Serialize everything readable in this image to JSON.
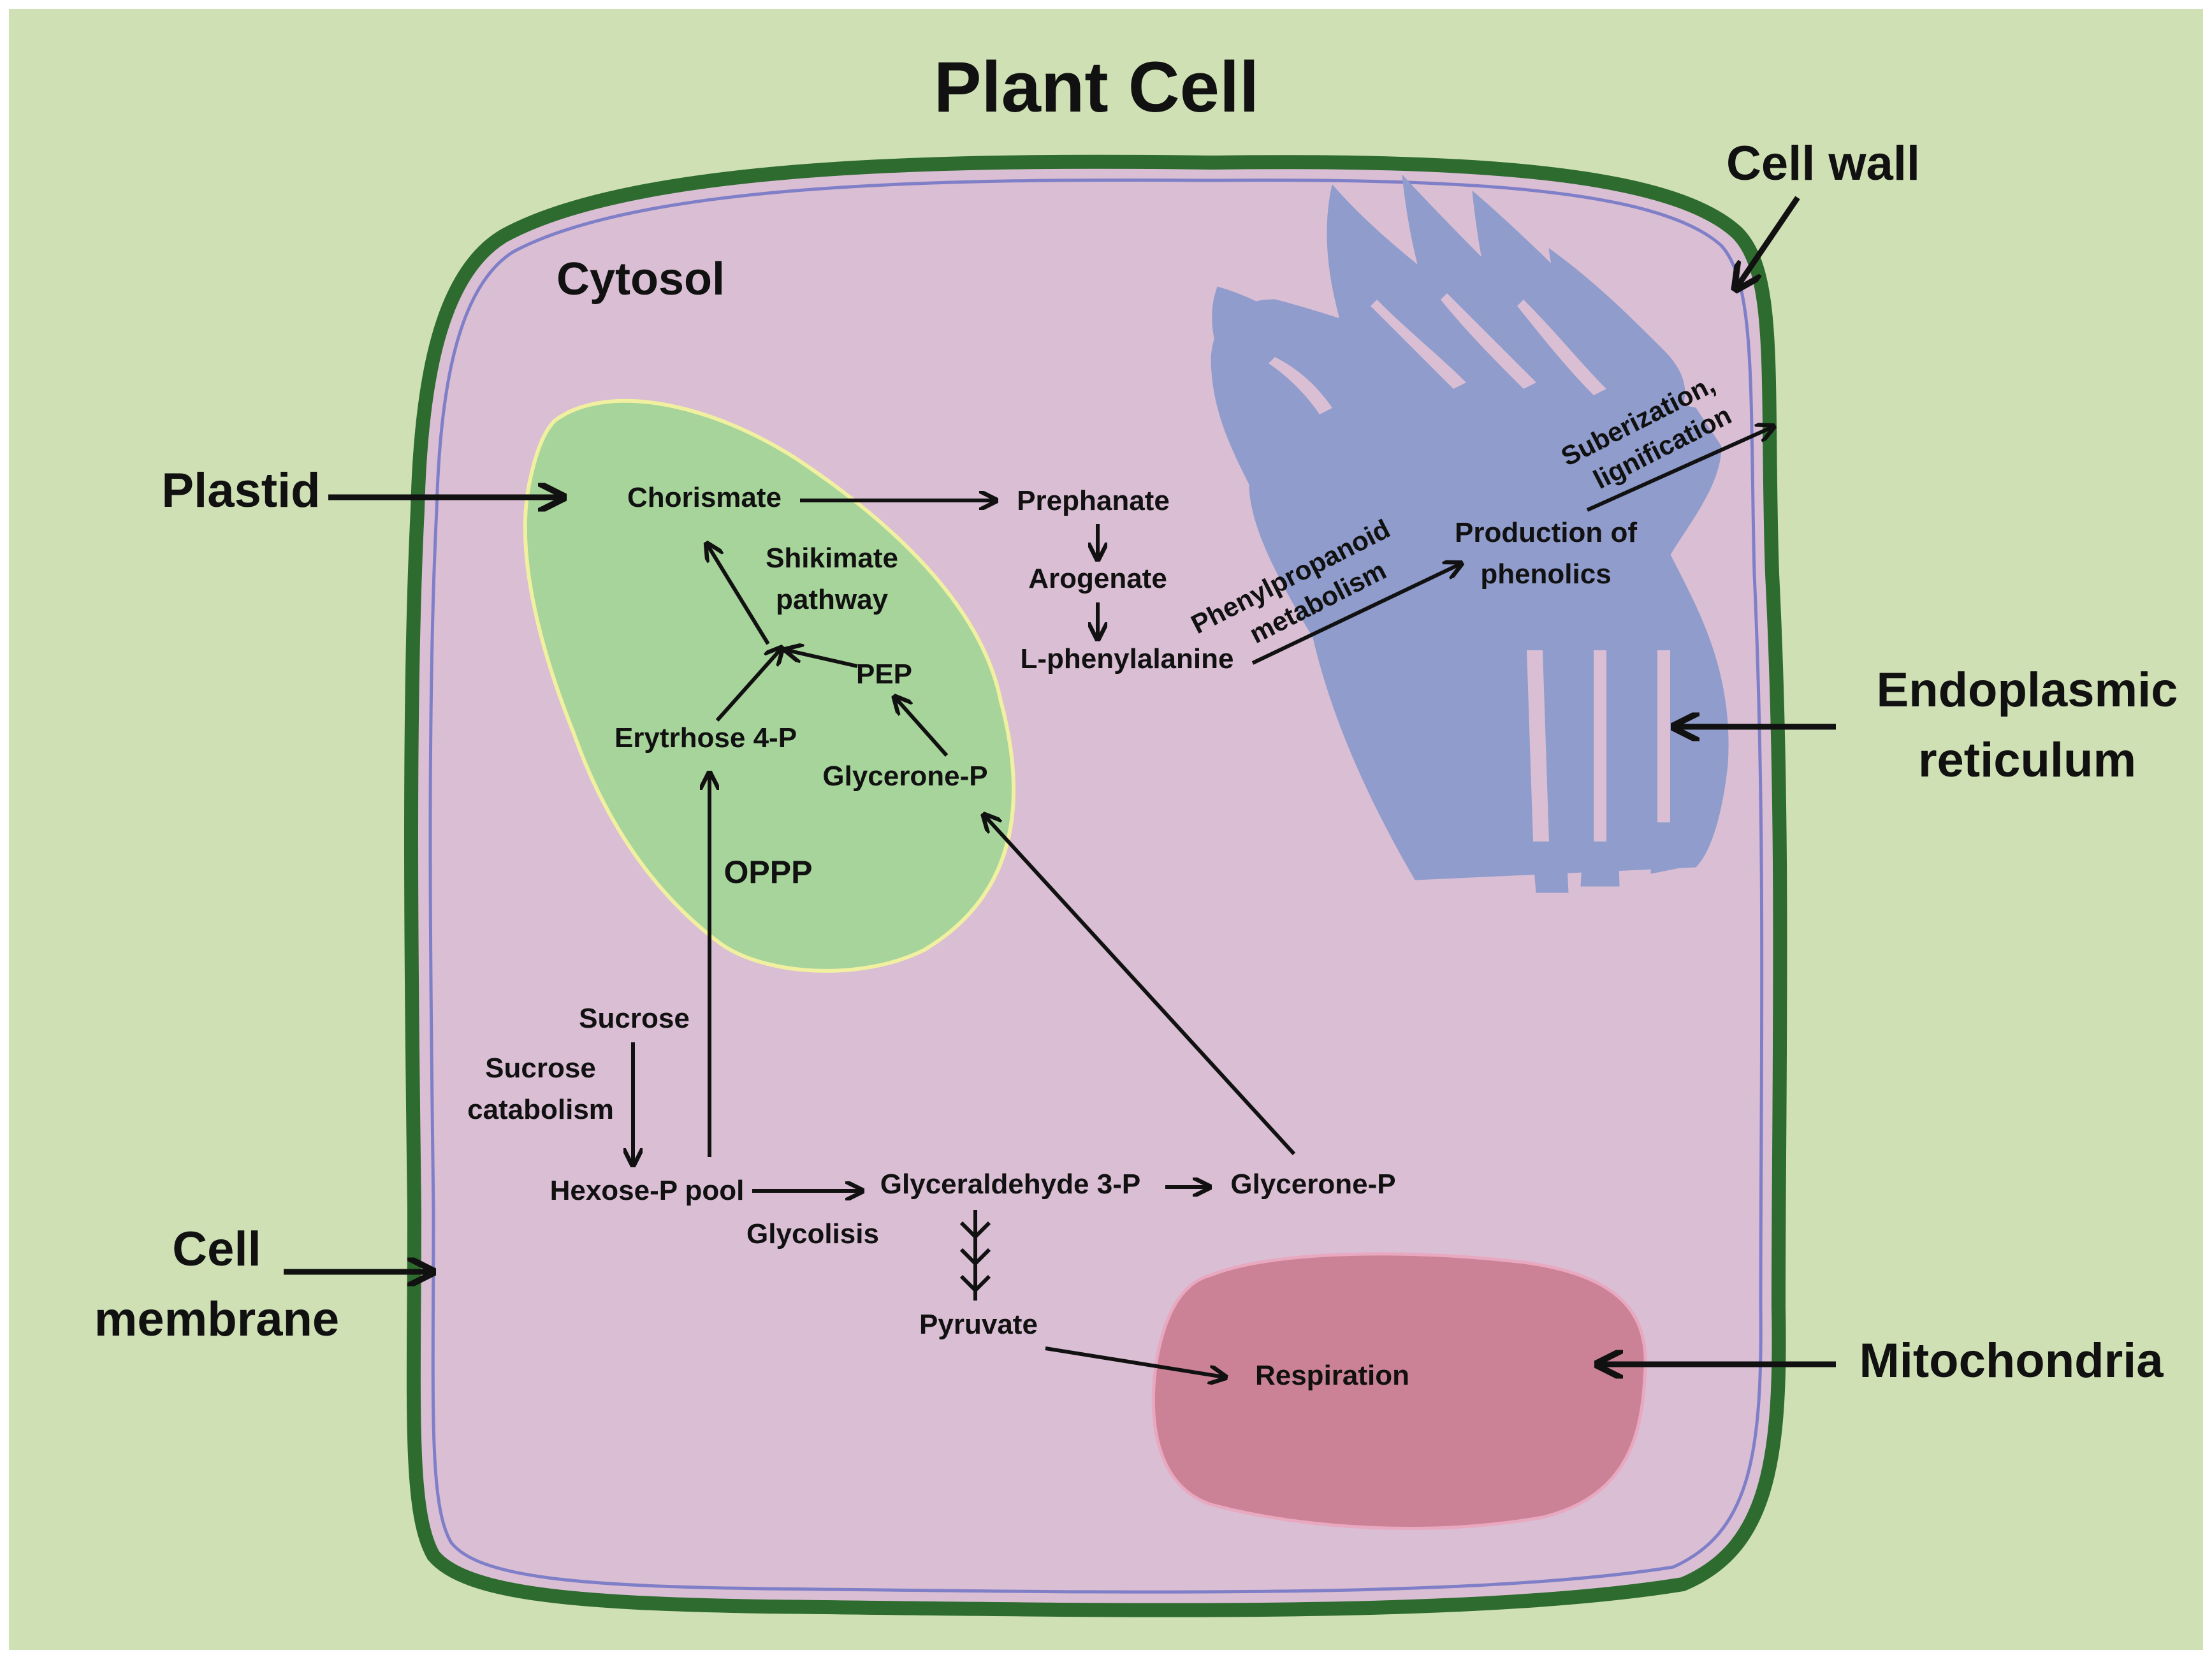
{
  "title": "Plant Cell",
  "colors": {
    "background": "#cfe0b4",
    "cell_wall": "#2e6b2e",
    "cytosol": "#d9bed4",
    "membrane": "#7f7fc8",
    "plastid": "#a6d49a",
    "plastid_edge": "#f0f0a0",
    "endoplasmic_reticulum": "#8f9ccc",
    "mitochondria": "#cc8296",
    "mitochondria_edge": "#e8a8c0"
  },
  "compartments": {
    "cytosol": "Cytosol"
  },
  "callouts": {
    "cell_wall": "Cell wall",
    "plastid": "Plastid",
    "er_line1": "Endoplasmic",
    "er_line2": "reticulum",
    "membrane_line1": "Cell",
    "membrane_line2": "membrane",
    "mitochondria": "Mitochondria"
  },
  "metabolites": {
    "chorismate": "Chorismate",
    "prephanate": "Prephanate",
    "arogenate": "Arogenate",
    "phenylalanine": "L-phenylalanine",
    "production_line1": "Production of",
    "production_line2": "phenolics",
    "pep": "PEP",
    "erythrose": "Erytrhose 4-P",
    "glycerone_plastid": "Glycerone-P",
    "sucrose": "Sucrose",
    "hexose_pool": "Hexose-P pool",
    "glyceraldehyde": "Glyceraldehyde 3-P",
    "glycerone_cytosol": "Glycerone-P",
    "pyruvate": "Pyruvate",
    "respiration": "Respiration"
  },
  "pathways": {
    "shikimate_line1": "Shikimate",
    "shikimate_line2": "pathway",
    "oppp": "OPPP",
    "phenylpropanoid_line1": "Phenylpropanoid",
    "phenylpropanoid_line2": "metabolism",
    "suberization_line1": "Suberization,",
    "suberization_line2": "lignification",
    "sucrose_catabolism_line1": "Sucrose",
    "sucrose_catabolism_line2": "catabolism",
    "glycolisis": "Glycolisis"
  }
}
